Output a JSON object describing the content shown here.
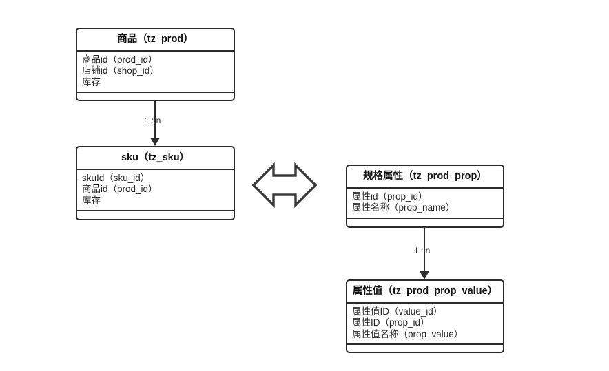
{
  "diagram": {
    "title": "",
    "background_color": "#ffffff",
    "line_color": "#2b2b2b",
    "text_color": "#1f1f1f",
    "entities": [
      {
        "id": "tz_prod",
        "title": "商品（tz_prod）",
        "fields": [
          "商品id（prod_id）",
          "店铺id（shop_id）",
          "库存"
        ],
        "footer": ""
      },
      {
        "id": "tz_sku",
        "title": "sku（tz_sku）",
        "fields": [
          "skuId（sku_id）",
          "商品id（prod_id）",
          "库存"
        ],
        "footer": ""
      },
      {
        "id": "tz_prod_prop",
        "title": "规格属性（tz_prod_prop）",
        "fields": [
          "属性id（prop_id）",
          "属性名称（prop_name）"
        ],
        "footer": ""
      },
      {
        "id": "tz_prod_prop_value",
        "title": "属性值（tz_prod_prop_value）",
        "fields": [
          "属性值ID（value_id）",
          "属性ID（prop_id）",
          "属性值名称（prop_value）"
        ],
        "footer": ""
      }
    ],
    "relations": [
      {
        "id": "prod-to-sku",
        "label": "1 : n",
        "from": "tz_prod",
        "to": "tz_sku"
      },
      {
        "id": "prop-to-prop-value",
        "label": "1 : n",
        "from": "tz_prod_prop",
        "to": "tz_prod_prop_value"
      }
    ],
    "link_arrow": {
      "id": "bidirectional-link",
      "icon": "double-headed-arrow",
      "label": ""
    }
  }
}
